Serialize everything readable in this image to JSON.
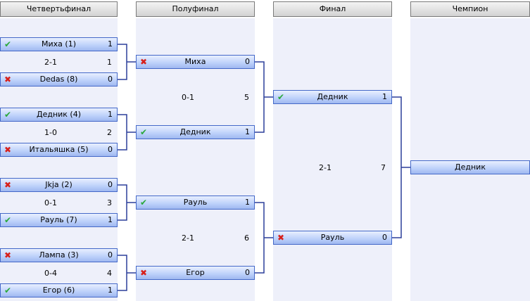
{
  "headers": {
    "quarterfinal": "Четвертьфинал",
    "semifinal": "Полуфинал",
    "final": "Финал",
    "champion": "Чемпион"
  },
  "icons": {
    "win": "check-icon",
    "lose": "cross-icon"
  },
  "quarterfinals": [
    {
      "top": {
        "name": "Миха (1)",
        "score": "1",
        "result": "win"
      },
      "bottom": {
        "name": "Dedas (8)",
        "score": "0",
        "result": "lose"
      },
      "series": "2-1",
      "match_no": "1"
    },
    {
      "top": {
        "name": "Дедник (4)",
        "score": "1",
        "result": "win"
      },
      "bottom": {
        "name": "Итальяшка (5)",
        "score": "0",
        "result": "lose"
      },
      "series": "1-0",
      "match_no": "2"
    },
    {
      "top": {
        "name": "Jkja (2)",
        "score": "0",
        "result": "lose"
      },
      "bottom": {
        "name": "Рауль (7)",
        "score": "1",
        "result": "win"
      },
      "series": "0-1",
      "match_no": "3"
    },
    {
      "top": {
        "name": "Лампа (3)",
        "score": "0",
        "result": "lose"
      },
      "bottom": {
        "name": "Егор (6)",
        "score": "1",
        "result": "win"
      },
      "series": "0-4",
      "match_no": "4"
    }
  ],
  "semifinals": [
    {
      "top": {
        "name": "Миха",
        "score": "0",
        "result": "lose"
      },
      "bottom": {
        "name": "Дедник",
        "score": "1",
        "result": "win"
      },
      "series": "0-1",
      "match_no": "5"
    },
    {
      "top": {
        "name": "Рауль",
        "score": "1",
        "result": "win"
      },
      "bottom": {
        "name": "Егор",
        "score": "0",
        "result": "lose"
      },
      "series": "2-1",
      "match_no": "6"
    }
  ],
  "final": {
    "top": {
      "name": "Дедник",
      "score": "1",
      "result": "win"
    },
    "bottom": {
      "name": "Рауль",
      "score": "0",
      "result": "lose"
    },
    "series": "2-1",
    "match_no": "7"
  },
  "champion": {
    "name": "Дедник"
  }
}
